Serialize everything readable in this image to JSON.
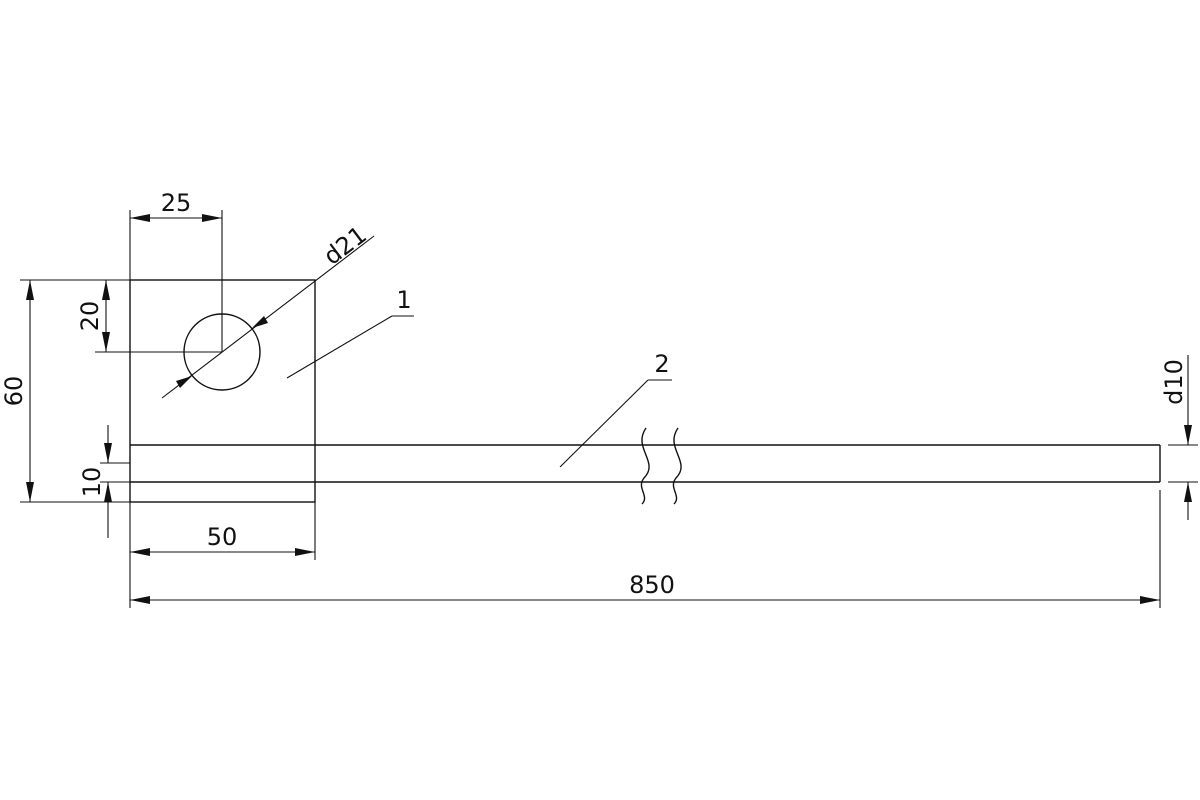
{
  "dimensions": {
    "plate_hole_offset_x": "25",
    "plate_hole_offset_y": "20",
    "plate_height": "60",
    "rod_diameter_left": "10",
    "plate_width": "50",
    "total_length": "850",
    "hole_diameter": "d21",
    "rod_diameter_right": "d10"
  },
  "callouts": {
    "part_1": "1",
    "part_2": "2"
  }
}
